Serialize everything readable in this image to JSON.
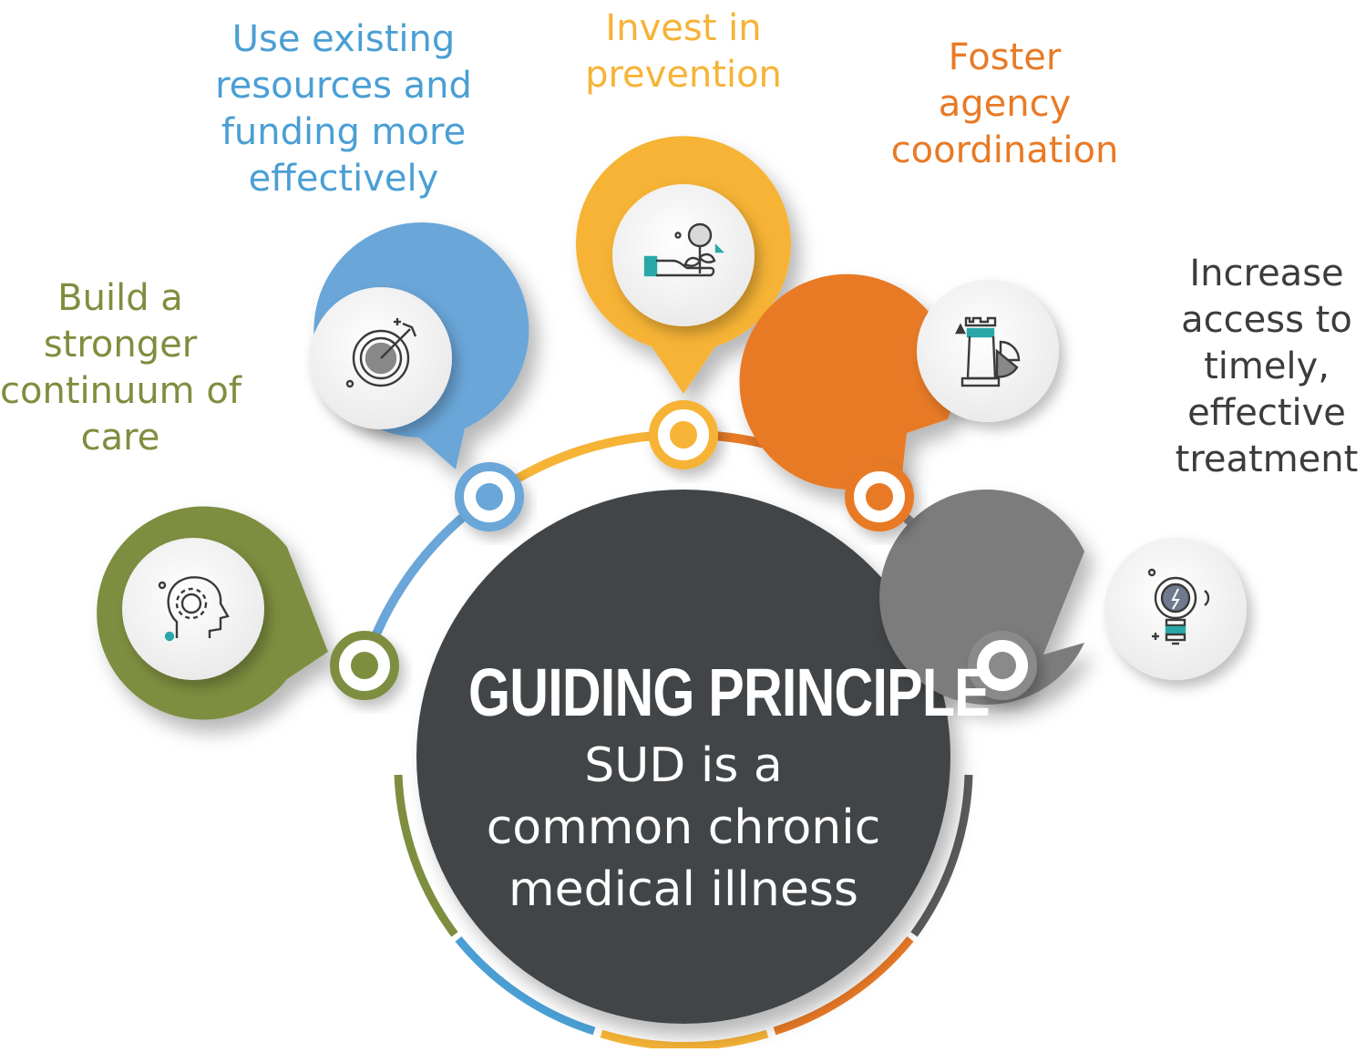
{
  "center": {
    "title": "GUIDING PRINCIPLE",
    "subtitle_lines": [
      "SUD is a",
      "common chronic",
      "medical illness"
    ],
    "color": "#434446"
  },
  "pillars": [
    {
      "id": "continuum",
      "lines": [
        "Build a",
        "stronger",
        "continuum of",
        "care"
      ],
      "color": "#7e8e3f",
      "icon": "head-gear-icon"
    },
    {
      "id": "resources",
      "lines": [
        "Use existing",
        "resources and",
        "funding more",
        "effectively"
      ],
      "color": "#4a9fd4",
      "icon": "target-arrow-icon"
    },
    {
      "id": "prevention",
      "lines": [
        "Invest in",
        "prevention"
      ],
      "color": "#f6b336",
      "icon": "hand-money-plant-icon"
    },
    {
      "id": "coordination",
      "lines": [
        "Foster",
        "agency",
        "coordination"
      ],
      "color": "#e87a26",
      "icon": "chess-rook-chart-icon"
    },
    {
      "id": "access",
      "lines": [
        "Increase",
        "access to",
        "timely,",
        "effective",
        "treatment"
      ],
      "color": "#3c3c3c",
      "icon": "lightbulb-icon"
    }
  ]
}
